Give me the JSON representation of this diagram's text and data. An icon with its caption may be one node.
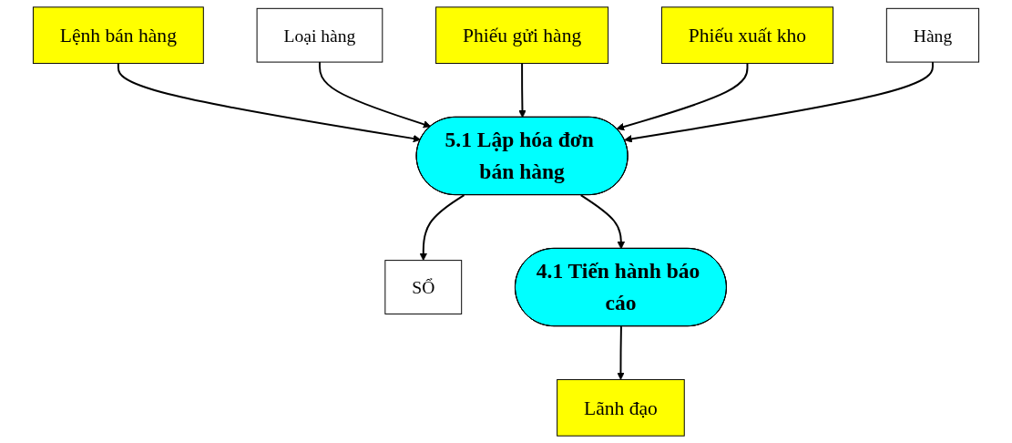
{
  "diagram": {
    "nodes": [
      {
        "text": [
          "Lệnh bán hàng"
        ]
      },
      {
        "text": [
          "Loại hàng"
        ]
      },
      {
        "text": [
          "Phiếu gửi hàng"
        ]
      },
      {
        "text": [
          "5.1 Lập hóa đơn bán hàng"
        ]
      },
      {
        "text": [
          "SỔ"
        ]
      },
      {
        "text": [
          "Phiếu xuất kho"
        ]
      },
      {
        "text": [
          "Hàng"
        ]
      },
      {
        "text": [
          "4.1 Tiến hành báo cáo"
        ]
      },
      {
        "text": [
          "Lãnh đạo"
        ]
      }
    ],
    "edges": [
      {
        "from": 0,
        "to": 3,
        "arrow": "to"
      },
      {
        "from": 1,
        "to": 3,
        "arrow": "to"
      },
      {
        "from": 2,
        "to": 3,
        "arrow": "to"
      },
      {
        "from": 3,
        "to": 4,
        "arrow": "to"
      },
      {
        "from": 5,
        "to": 3,
        "arrow": "to"
      },
      {
        "from": 6,
        "to": 3,
        "arrow": "to"
      },
      {
        "from": 3,
        "to": 7,
        "arrow": "to"
      },
      {
        "from": 7,
        "to": 8,
        "arrow": "to"
      }
    ]
  }
}
